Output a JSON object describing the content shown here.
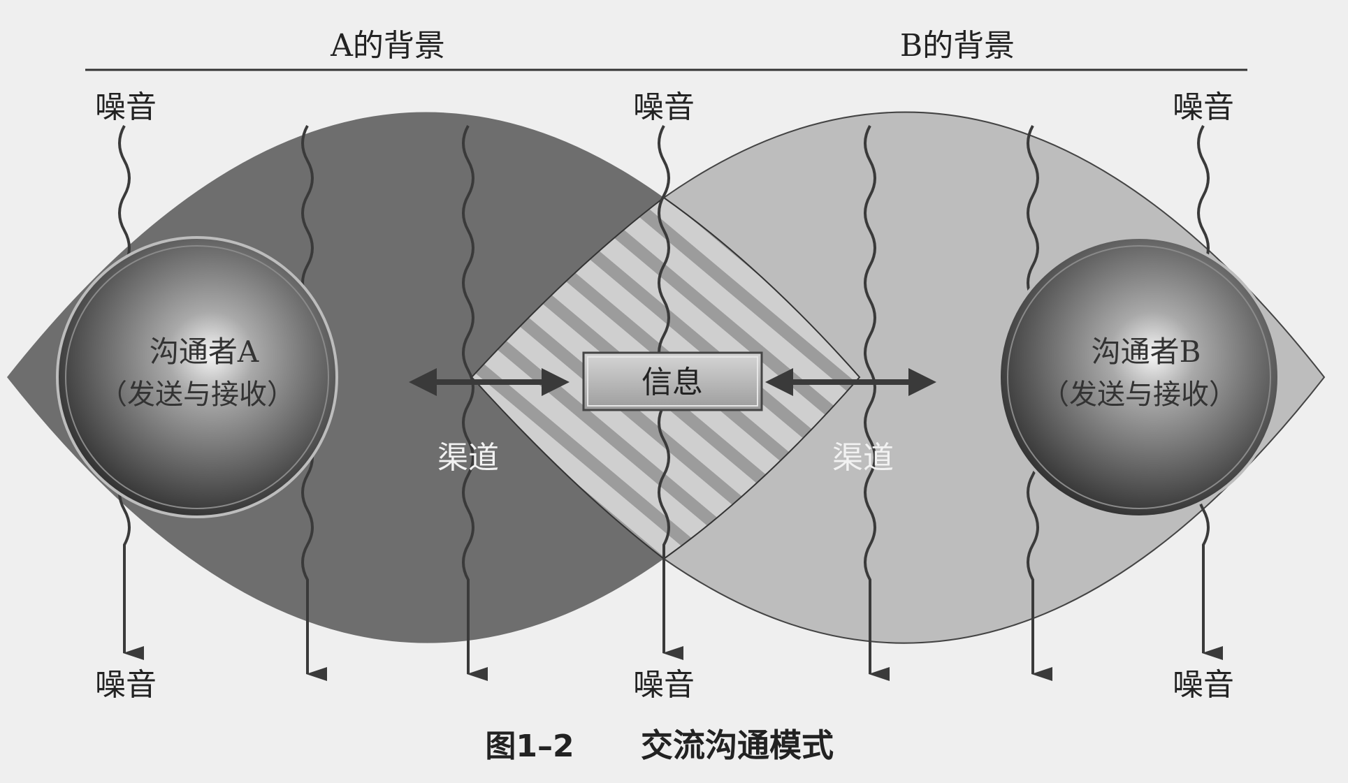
{
  "header": {
    "left_label": "A的背景",
    "right_label": "B的背景"
  },
  "noise_label": "噪音",
  "communicator_a": {
    "name": "沟通者A",
    "role": "（发送与接收）"
  },
  "communicator_b": {
    "name": "沟通者B",
    "role": "（发送与接收）"
  },
  "message_label": "信息",
  "channel_label": "渠道",
  "caption": {
    "number": "图1–2",
    "title": "交流沟通模式"
  },
  "colors": {
    "background": "#efefef",
    "region_a": "#6e6e6e",
    "region_b": "#bdbdbd",
    "overlap_base": "#cfcfcf",
    "overlap_stripe": "#9a9a9a",
    "sphere_light": "#f4f4f4",
    "sphere_dark": "#2e2e2e",
    "noise_line": "#3a3a3a",
    "message_box": "#b5b5b5"
  }
}
